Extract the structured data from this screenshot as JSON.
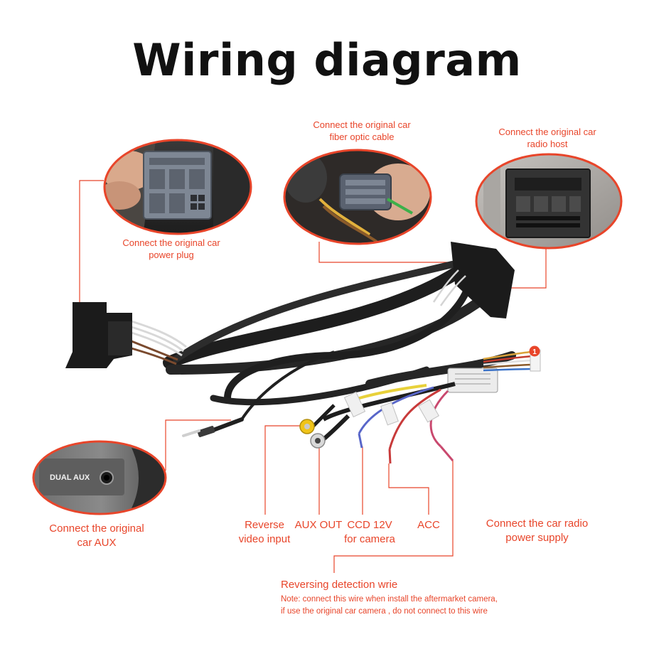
{
  "title": "Wiring diagram",
  "colors": {
    "accent": "#e8452a",
    "title": "#111111",
    "background": "#ffffff"
  },
  "labels": {
    "fiber_optic": [
      "Connect the original car",
      "fiber optic cable"
    ],
    "radio_host": [
      "Connect the original car",
      "radio host"
    ],
    "power_plug": [
      "Connect the original car",
      "power plug"
    ],
    "car_aux": [
      "Connect the original",
      "car AUX"
    ],
    "reverse_video": [
      "Reverse",
      "video input"
    ],
    "aux_out": "AUX OUT",
    "ccd": [
      "CCD 12V",
      "for camera"
    ],
    "acc": "ACC",
    "radio_power": [
      "Connect the car radio",
      "power supply"
    ],
    "reversing_detection": "Reversing detection wrie",
    "note": [
      "Note: connect this wire when install the aftermarket camera,",
      "if use the original car camera , do not connect to this wire"
    ]
  },
  "inset_texts": {
    "dual_aux": "DUAL AUX"
  },
  "badge": "1",
  "icons": [
    "power-plug-connector-photo",
    "fiber-optic-connector-photo",
    "radio-host-socket-photo",
    "dual-aux-port-photo",
    "wiring-harness"
  ]
}
